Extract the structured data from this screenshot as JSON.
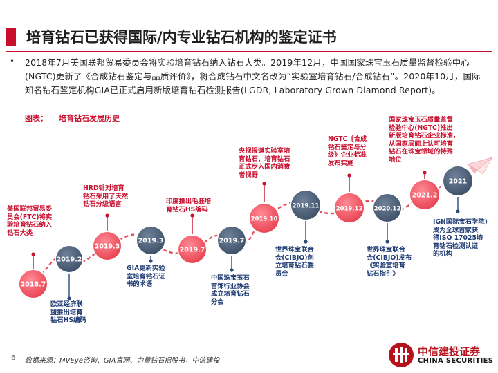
{
  "title": "培育钻石已获得国际/内专业钻石机构的鉴定证书",
  "intro": {
    "bullet": "•",
    "text": "2018年7月美国联邦贸易委员会将实验培育钻石纳入钻石大类。2019年12月，中国国家珠宝玉石质量监督检验中心(NGTC)更新了《合成钻石鉴定与品质评价》，将合成钻石中文名改为“实验室培育钻石/合成钻石”。2020年10月，国际知名钻石鉴定机构GIA已正式启用新版培育钻石检测报告(LGDR, Laboratory Grown Diamond Report)。"
  },
  "figure": {
    "label": "图表：",
    "title": "培育钻石发展历史"
  },
  "colors": {
    "red": "#c8102e",
    "pink": "#f25c6e",
    "navy": "#2c4a78",
    "slate": "#54677f"
  },
  "timeline": [
    {
      "date": "2018.7",
      "style": "red",
      "pos": "above",
      "text": "美国联邦贸易委\n员会(FTC)将实\n验培育钻石纳入\n钻石大类"
    },
    {
      "date": "2019.2",
      "style": "navy",
      "pos": "below",
      "text": "欧亚经济联\n盟推出培育\n钻石HS编码"
    },
    {
      "date": "2019.3",
      "style": "red",
      "pos": "above",
      "text": "HRD针对培育\n钻石采用了天然\n钻石分级语言"
    },
    {
      "date": "2019.3",
      "style": "navy",
      "pos": "below",
      "text": "GIA更新实验\n室培育钻石证\n书的术语"
    },
    {
      "date": "2019.7",
      "style": "red",
      "pos": "above",
      "text": "印度推出毛胚培\n育钻石HS编码"
    },
    {
      "date": "2019.7",
      "style": "navy",
      "pos": "below",
      "text": "中国珠宝玉石\n首饰行业协会\n成立培育钻石\n分会"
    },
    {
      "date": "2019.10",
      "style": "red",
      "pos": "above",
      "text": "央视报道实验室培\n育钻石，培育钻石\n正式步入国内消费\n者视野"
    },
    {
      "date": "2019.11",
      "style": "navy",
      "pos": "below",
      "text": "世界珠宝联合\n会(CIBJO)创\n立培育钻石委\n员会"
    },
    {
      "date": "2019.12",
      "style": "red",
      "pos": "above",
      "text": "NGTC《合成\n钻石鉴定与分\n级》企业标准\n发布实施"
    },
    {
      "date": "2020.12",
      "style": "navy",
      "pos": "below",
      "text": "世界珠宝联合\n会(CIBJO)发布\n《实验室培育\n钻石指引》"
    },
    {
      "date": "2021.2",
      "style": "red",
      "pos": "above",
      "text": "国家珠宝玉石质量监督\n检验中心(NGTC)推出\n新版培育钻石企业标准，\n从国家层面上认可培育\n钻石在珠宝领域的特殊\n地位"
    },
    {
      "date": "2021",
      "style": "navy",
      "pos": "below",
      "text": "IGI(国际宝石学院)\n成为全球首家获\n得ISO 17025培\n育钻石检测认证\n的机构"
    }
  ],
  "source": "数据来源：MVEye咨询、GIA官网、力量钻石招股书，中信建投",
  "page_number": "6",
  "logo": {
    "cn": "中信建投证券",
    "en": "CHINA SECURITIES"
  }
}
